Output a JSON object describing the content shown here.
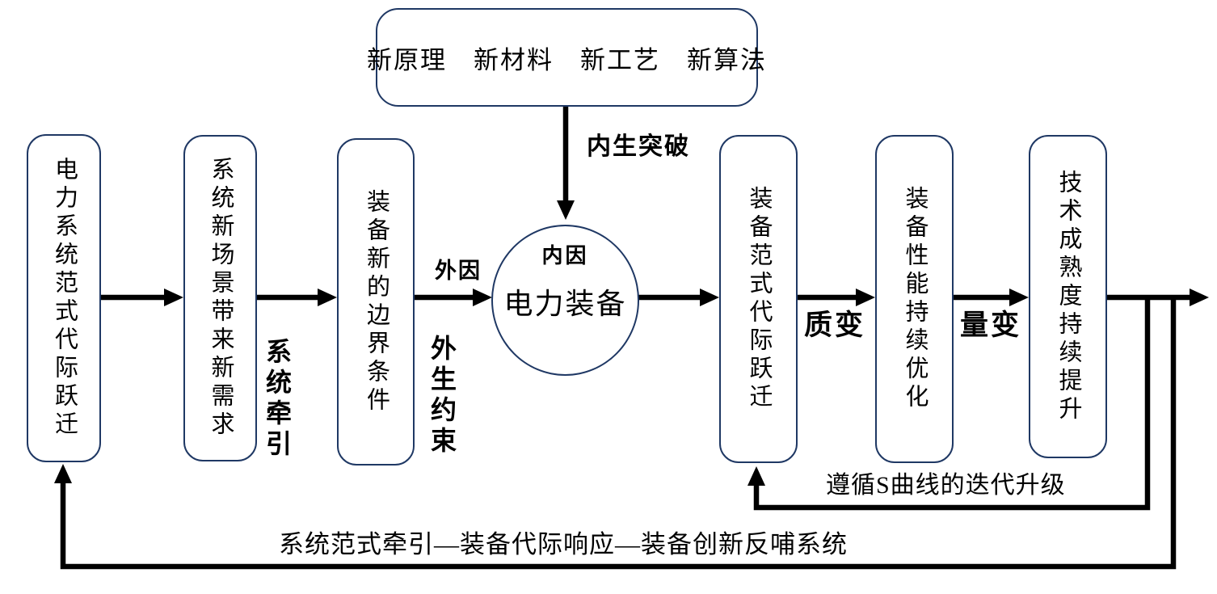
{
  "colors": {
    "box_border": "#1f3864",
    "arrow": "#000000",
    "text": "#000000",
    "background": "#ffffff"
  },
  "top_box": {
    "label": "新原理　新材料　新工艺　新算法"
  },
  "circle": {
    "top_label": "内因",
    "label": "电力装备"
  },
  "boxes": [
    {
      "id": "power-system-paradigm-leap",
      "label": "电力系统范式代际跃迁"
    },
    {
      "id": "new-scenarios-new-demands",
      "label": "系统新场景带来新需求"
    },
    {
      "id": "equipment-new-boundary-conditions",
      "label": "装备新的边界条件"
    },
    {
      "id": "equipment-paradigm-leap",
      "label": "装备范式代际跃迁"
    },
    {
      "id": "equipment-performance-optimization",
      "label": "装备性能持续优化"
    },
    {
      "id": "technology-maturity-improvement",
      "label": "技术成熟度持续提升"
    }
  ],
  "edge_labels": {
    "endogenous_breakthrough": "内生突破",
    "system_traction": "系统牵引",
    "external_cause": "外因",
    "exogenous_constraint": "外生约束",
    "qualitative_change": "质变",
    "quantitative_change": "量变"
  },
  "feedback": {
    "s_curve": "遵循S曲线的迭代升级",
    "system_loop": "系统范式牵引—装备代际响应—装备创新反哺系统"
  }
}
